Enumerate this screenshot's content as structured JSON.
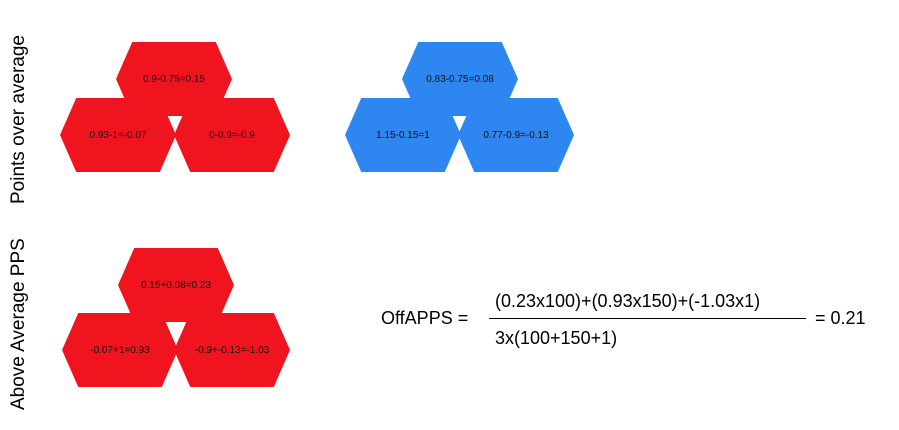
{
  "labels": {
    "top": "Points over average",
    "bottom": "Above Average PPS"
  },
  "clusters": {
    "top_left": {
      "top": "0.9-0.75=0.15",
      "left": "0.93-1=-0.07",
      "right": "0-0.9=-0.9",
      "color": "#f0141e"
    },
    "top_right": {
      "top": "0.83-0.75=0.08",
      "left": "1.15-0.15=1",
      "right": "0.77-0.9=-0.13",
      "color": "#2e86f0"
    },
    "bottom_left": {
      "top": "0.15+0.08=0.23",
      "left": "-0.07+1=0.93",
      "right": "-0.9+-0.13=-1.03",
      "color": "#f0141e"
    }
  },
  "formula": {
    "lhs": "OffAPPS =",
    "numerator": "(0.23x100)+(0.93x150)+(-1.03x1)",
    "denominator": "3x(100+150+1)",
    "result": "= 0.21"
  }
}
